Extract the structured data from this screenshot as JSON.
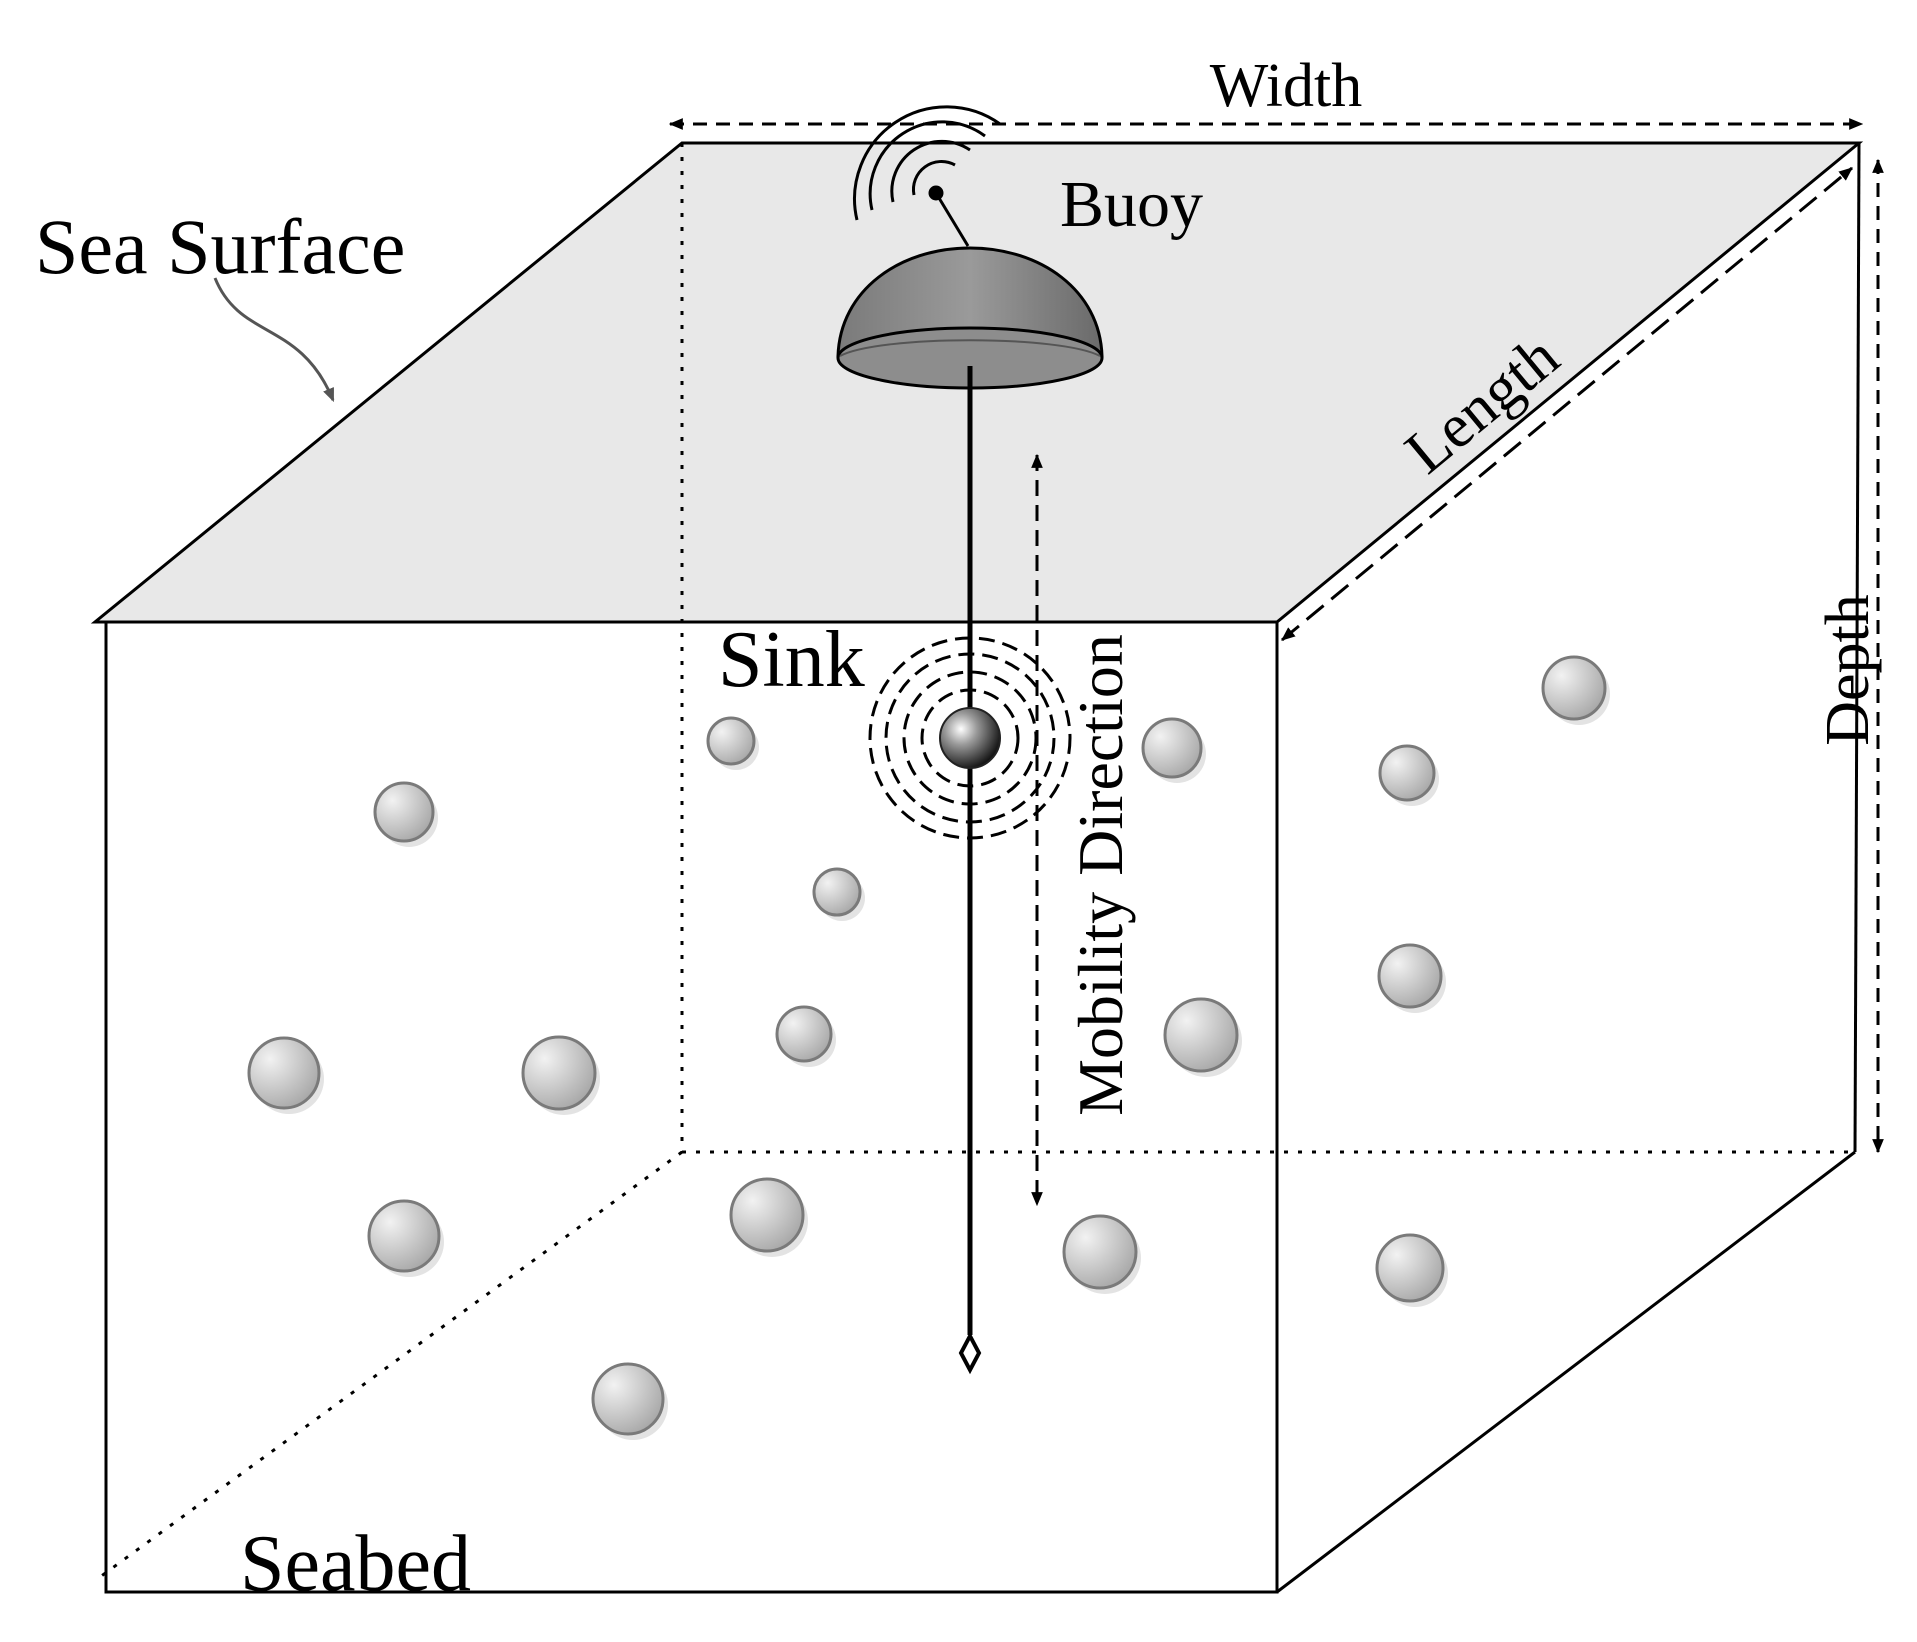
{
  "labels": {
    "width": "Width",
    "sea_surface": "Sea Surface",
    "buoy": "Buoy",
    "length": "Length",
    "depth": "Depth",
    "sink": "Sink",
    "mobility_direction": "Mobility Direction",
    "seabed": "Seabed"
  },
  "colors": {
    "sea_surface_fill": "#e8e8e8",
    "line": "#000000",
    "node_fill_light": "#e6e6e6",
    "node_fill_dark": "#a9a9a9",
    "node_stroke": "#7a7a7a",
    "buoy_fill": "#8a8a8a"
  },
  "icons": {
    "buoy": "buoy-dome-icon",
    "antenna": "antenna-signal-icon",
    "sink": "sink-node-icon",
    "anchor": "anchor-diamond-icon",
    "sensor_node": "sensor-node-icon"
  }
}
